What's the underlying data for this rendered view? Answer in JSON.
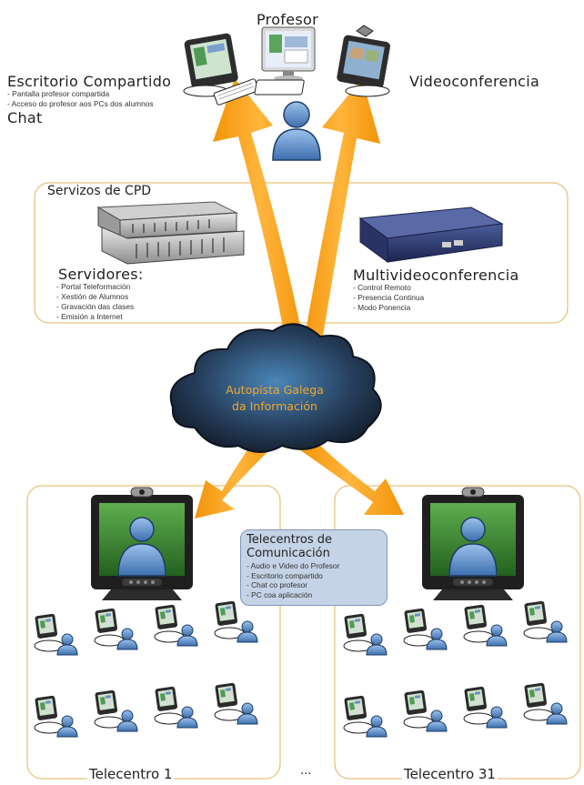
{
  "labels": {
    "profesor": "Profesor",
    "escritorio": "Escritorio Compartido",
    "escritorio_items": [
      "Pantalla profesor compartida",
      "Acceso do profesor aos PCs dos alumnos"
    ],
    "chat": "Chat",
    "videoconferencia": "Videoconferencia",
    "servizos": "Servizos de CPD",
    "servidores": "Servidores:",
    "servidores_items": [
      "Portal Teleformación",
      "Xestión de Alumnos",
      "Gravación das clases",
      "Emisión a Internet"
    ],
    "multivideo": "Multivideoconferencia",
    "multivideo_items": [
      "Control Remoto",
      "Presencia Continua",
      "Modo Ponencia"
    ],
    "cloud_line1": "Autopista Galega",
    "cloud_line2": "da Información",
    "telecentros_title1": "Telecentros de",
    "telecentros_title2": "Comunicación",
    "telecentros_items": [
      "Audio e Video do Profesor",
      "Escritorio compartido",
      "Chat co profesor",
      "PC coa aplicación"
    ],
    "telecentro1": "Telecentro 1",
    "ellipsis": "...",
    "telecentro31": "Telecentro 31"
  },
  "colors": {
    "arrow": "#f7a21b",
    "panel_border": "#e4b05a",
    "cloud_dark": "#1c2b3f",
    "cloud_mid": "#3b6d96",
    "cloud_text": "#f0a830",
    "person": "#6a9ad2",
    "monitor_frame": "#2a2a2a",
    "screen_green": "#3c8a3a",
    "info_box": "#c5d3e6"
  },
  "icons": [
    "teacher-monitor-icon",
    "keyboard-icon",
    "webcam-icon",
    "server-rack-icon",
    "mcu-device-icon",
    "cloud-icon",
    "videoconference-screen-icon",
    "student-workstation-icon",
    "person-icon"
  ]
}
